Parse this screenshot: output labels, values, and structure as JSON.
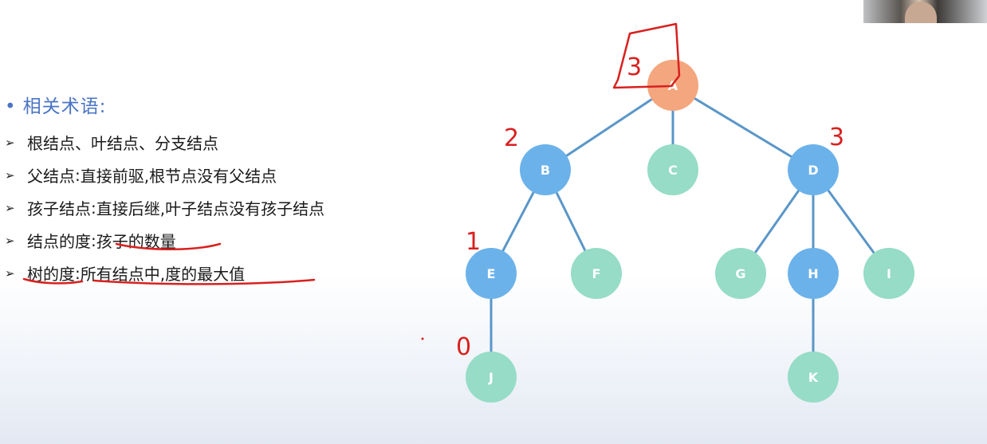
{
  "heading": {
    "bullet": "•",
    "text": "相关术语:"
  },
  "terms": [
    {
      "prefix": "根结点、叶结点、分支结点",
      "sep": "",
      "rest": ""
    },
    {
      "prefix": "父结点",
      "sep": ":",
      "rest": "直接前驱,根节点没有父结点"
    },
    {
      "prefix": "孩子结点",
      "sep": ":",
      "rest": "直接后继,叶子结点没有孩子结点"
    },
    {
      "prefix": "结点的度",
      "sep": ":",
      "rest": "孩子的数量"
    },
    {
      "prefix": "树的度",
      "sep": ":",
      "rest": "所有结点中,度的最大值"
    }
  ],
  "bullet_icon": "arrowhead-bullet-icon",
  "colors": {
    "heading": "#4a74c4",
    "root": "#f4a67e",
    "branch": "#6cb2ea",
    "leaf": "#96dcc6",
    "edge": "#5a96c8",
    "annotation": "#d8211f"
  },
  "tree": {
    "nodes": [
      {
        "id": "A",
        "label": "A",
        "kind": "root"
      },
      {
        "id": "B",
        "label": "B",
        "kind": "branch"
      },
      {
        "id": "C",
        "label": "C",
        "kind": "leaf"
      },
      {
        "id": "D",
        "label": "D",
        "kind": "branch"
      },
      {
        "id": "E",
        "label": "E",
        "kind": "branch"
      },
      {
        "id": "F",
        "label": "F",
        "kind": "leaf"
      },
      {
        "id": "G",
        "label": "G",
        "kind": "leaf"
      },
      {
        "id": "H",
        "label": "H",
        "kind": "branch"
      },
      {
        "id": "I",
        "label": "I",
        "kind": "leaf"
      },
      {
        "id": "J",
        "label": "J",
        "kind": "leaf"
      },
      {
        "id": "K",
        "label": "K",
        "kind": "leaf"
      }
    ],
    "edges": [
      [
        "A",
        "B"
      ],
      [
        "A",
        "C"
      ],
      [
        "A",
        "D"
      ],
      [
        "B",
        "E"
      ],
      [
        "B",
        "F"
      ],
      [
        "D",
        "G"
      ],
      [
        "D",
        "H"
      ],
      [
        "D",
        "I"
      ],
      [
        "E",
        "J"
      ],
      [
        "H",
        "K"
      ]
    ]
  },
  "annotations": [
    {
      "node": "A",
      "text": "3"
    },
    {
      "node": "B",
      "text": "2"
    },
    {
      "node": "D",
      "text": "3"
    },
    {
      "node": "E",
      "text": "1"
    },
    {
      "node": "J",
      "text": "0"
    }
  ]
}
